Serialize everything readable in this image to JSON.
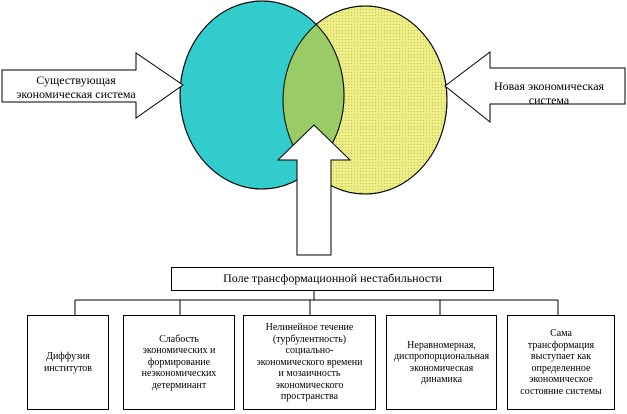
{
  "left_arrow": {
    "label": "Существующая экономическая система"
  },
  "right_arrow": {
    "label": "Новая экономическая система"
  },
  "top_box": {
    "label": "Поле трансформационной нестабильности"
  },
  "factors": [
    {
      "label": "Диффузия институтов"
    },
    {
      "label": "Слабость экономических и формирование неэкономических детерминант"
    },
    {
      "label": "Нелинейное течение (турбулентность) социально-экономического времени и мозаичность экономического пространства"
    },
    {
      "label": "Неравномерная, диспропорциональная экономическая динамика"
    },
    {
      "label": "Сама трансформация выступает как определенное экономическое состояние системы"
    }
  ],
  "colors": {
    "left_circle": "#33cccc",
    "right_circle": "#eeee88",
    "overlap": "#99cc66"
  }
}
